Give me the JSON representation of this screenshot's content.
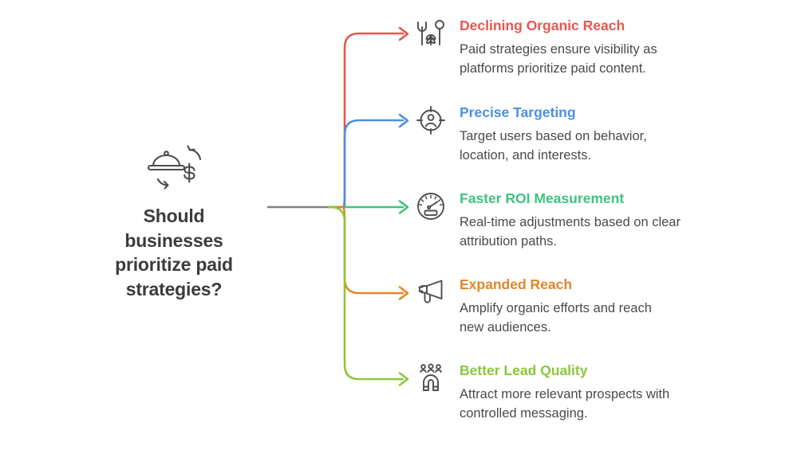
{
  "diagram": {
    "type": "mind-map",
    "root": {
      "icon": "food-cloche-money-cycle-icon",
      "title_lines": [
        "Should",
        "businesses",
        "prioritize paid",
        "strategies?"
      ],
      "title_text": "Should businesses prioritize paid strategies?",
      "text_color": "#3c3c3c"
    },
    "trunk_color": "#808080",
    "branches": [
      {
        "title": "Declining Organic Reach",
        "description": "Paid strategies ensure visibility as platforms prioritize paid content.",
        "color": "#e8564f",
        "icon": "plants-sprouts-icon"
      },
      {
        "title": "Precise Targeting",
        "description": "Target users based on behavior, location, and interests.",
        "color": "#4a90e2",
        "icon": "target-person-crosshair-icon"
      },
      {
        "title": "Faster ROI Measurement",
        "description": "Real-time adjustments based on clear attribution paths.",
        "color": "#3fc380",
        "icon": "speedometer-gauge-icon"
      },
      {
        "title": "Expanded Reach",
        "description": "Amplify organic efforts and reach new audiences.",
        "color": "#e2862a",
        "icon": "megaphone-icon"
      },
      {
        "title": "Better Lead Quality",
        "description": "Attract more relevant prospects with controlled messaging.",
        "color": "#8cc63f",
        "icon": "magnet-people-icon"
      }
    ]
  }
}
